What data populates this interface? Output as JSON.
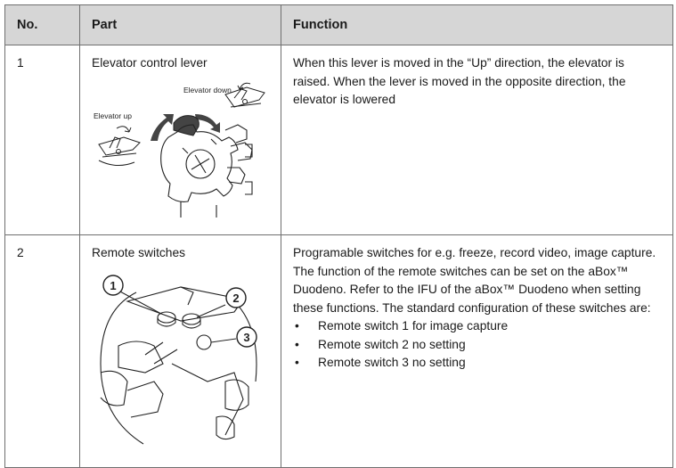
{
  "table": {
    "headers": {
      "no": "No.",
      "part": "Part",
      "function": "Function"
    },
    "rows": [
      {
        "no": "1",
        "part": "Elevator control lever",
        "illustration": {
          "label_up": "Elevator up",
          "label_down": "Elevator down"
        },
        "function": "When this lever is moved in the “Up” direction, the elevator is raised. When the lever is moved in the opposite direction, the elevator is lowered"
      },
      {
        "no": "2",
        "part": "Remote switches",
        "illustration": {
          "callout_1": "1",
          "callout_2": "2",
          "callout_3": "3"
        },
        "function": "Programable switches for e.g. freeze, record video, image capture. The function of the remote switches can be set on the aBox™ Duodeno. Refer to the IFU of the aBox™ Duodeno when setting these functions. The standard configuration of these switches are:",
        "bullets": [
          "Remote switch 1 for image capture",
          "Remote switch 2 no setting",
          "Remote switch 3 no setting"
        ],
        "bullet_symbol": "•"
      }
    ]
  }
}
